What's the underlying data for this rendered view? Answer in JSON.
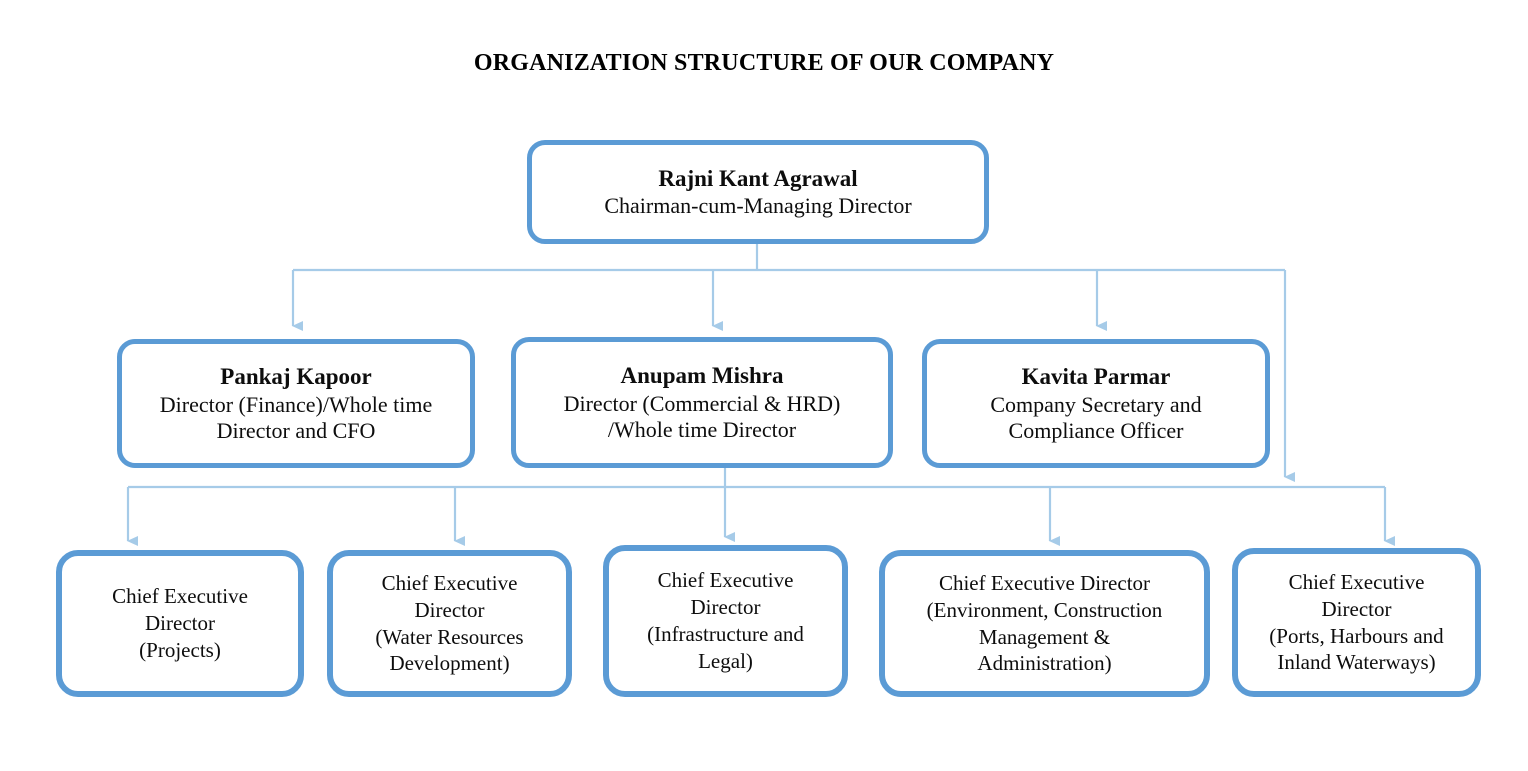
{
  "title": "ORGANIZATION STRUCTURE OF OUR COMPANY",
  "colors": {
    "box_border": "#5b9bd5",
    "connector": "#a6cbe8",
    "box_fill": "#ffffff",
    "text": "#0d0d0d"
  },
  "chart_data": {
    "type": "diagram",
    "title": "ORGANIZATION STRUCTURE OF OUR COMPANY",
    "levels": 3,
    "nodes": [
      {
        "id": "cmd",
        "level": 1,
        "name": "Rajni Kant Agrawal",
        "role": "Chairman-cum-Managing Director"
      },
      {
        "id": "dir-finance",
        "level": 2,
        "name": "Pankaj Kapoor",
        "role": "Director (Finance)/Whole time Director and CFO"
      },
      {
        "id": "dir-commercial",
        "level": 2,
        "name": "Anupam Mishra",
        "role": "Director (Commercial & HRD) /Whole time Director"
      },
      {
        "id": "company-secretary",
        "level": 2,
        "name": "Kavita Parmar",
        "role": "Company Secretary and Compliance Officer"
      },
      {
        "id": "ced-projects",
        "level": 3,
        "name": "",
        "role": "Chief Executive Director (Projects)"
      },
      {
        "id": "ced-water-resources",
        "level": 3,
        "name": "",
        "role": "Chief Executive Director (Water Resources Development)"
      },
      {
        "id": "ced-infrastructure-legal",
        "level": 3,
        "name": "",
        "role": "Chief Executive Director (Infrastructure and Legal)"
      },
      {
        "id": "ced-environment",
        "level": 3,
        "name": "",
        "role": "Chief Executive Director (Environment, Construction Management & Administration)"
      },
      {
        "id": "ced-ports",
        "level": 3,
        "name": "",
        "role": "Chief Executive Director (Ports, Harbours and Inland Waterways)"
      }
    ],
    "edges": [
      {
        "from": "cmd",
        "to": "dir-finance"
      },
      {
        "from": "cmd",
        "to": "dir-commercial"
      },
      {
        "from": "cmd",
        "to": "company-secretary"
      },
      {
        "from": "cmd",
        "to": "ced-ports"
      },
      {
        "from": "dir-commercial",
        "to": "ced-projects"
      },
      {
        "from": "dir-commercial",
        "to": "ced-water-resources"
      },
      {
        "from": "dir-commercial",
        "to": "ced-infrastructure-legal"
      },
      {
        "from": "dir-commercial",
        "to": "ced-environment"
      },
      {
        "from": "dir-commercial",
        "to": "ced-ports"
      }
    ]
  },
  "boxes": {
    "cmd": {
      "name": "Rajni Kant Agrawal",
      "role": "Chairman-cum-Managing Director"
    },
    "finance": {
      "name": "Pankaj Kapoor",
      "role_line1": "Director (Finance)/Whole time",
      "role_line2": "Director and CFO"
    },
    "commercial": {
      "name": "Anupam Mishra",
      "role_line1": "Director (Commercial & HRD)",
      "role_line2": "/Whole time Director"
    },
    "secretary": {
      "name": "Kavita Parmar",
      "role_line1": "Company Secretary and",
      "role_line2": "Compliance Officer"
    },
    "leaf1": {
      "line1": "Chief Executive",
      "line2": "Director",
      "line3": "(Projects)"
    },
    "leaf2": {
      "line1": "Chief Executive",
      "line2": "Director",
      "line3": "(Water Resources",
      "line4": "Development)"
    },
    "leaf3": {
      "line1": "Chief Executive",
      "line2": "Director",
      "line3": "(Infrastructure and",
      "line4": "Legal)"
    },
    "leaf4": {
      "line1": "Chief Executive Director",
      "line2": "(Environment, Construction",
      "line3": "Management &",
      "line4": "Administration)"
    },
    "leaf5": {
      "line1": "Chief Executive",
      "line2": "Director",
      "line3": "(Ports, Harbours and",
      "line4": "Inland Waterways)"
    }
  }
}
